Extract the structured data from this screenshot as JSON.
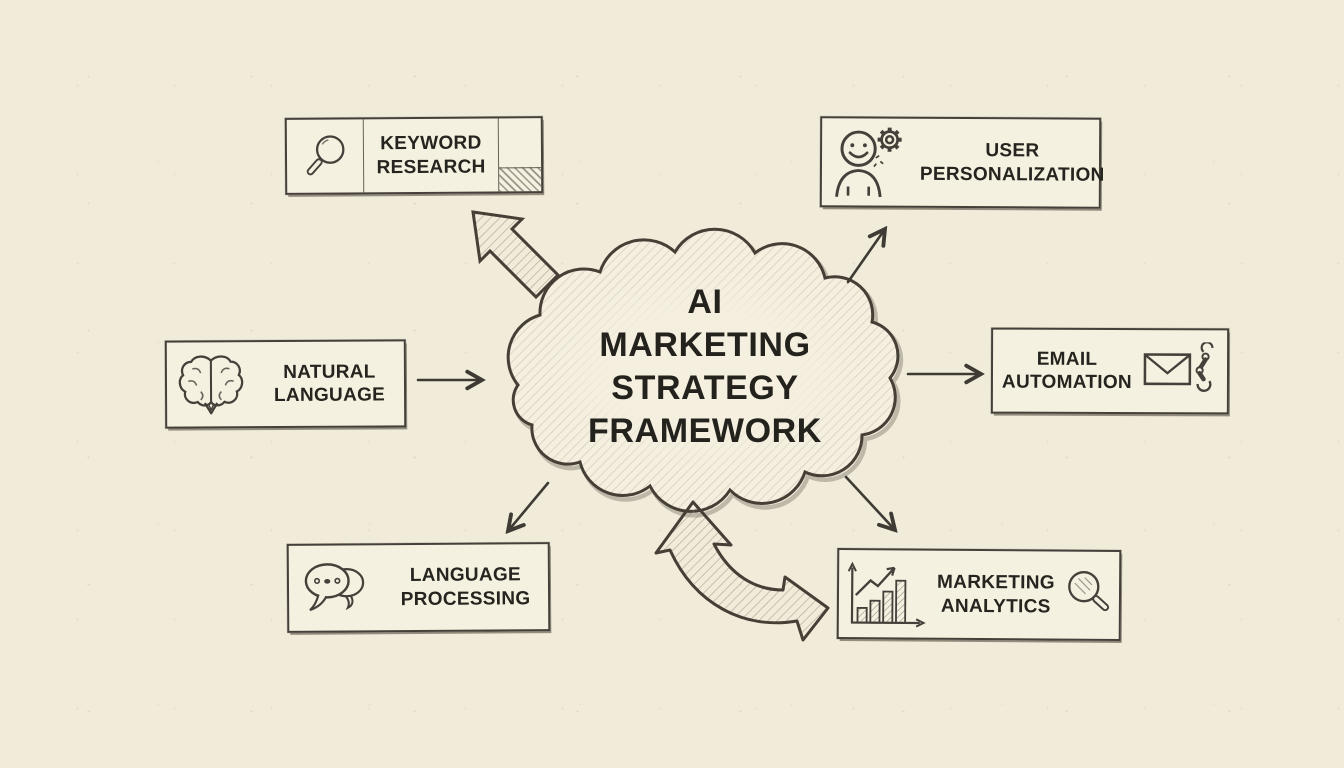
{
  "center": {
    "lines": [
      "AI",
      "MARKETING",
      "STRATEGY",
      "FRAMEWORK"
    ],
    "shape": "cloud"
  },
  "nodes": {
    "keyword_research": {
      "lines": [
        "KEYWORD",
        "RESEARCH"
      ],
      "icon": "magnifier-icon"
    },
    "user_personalization": {
      "lines": [
        "USER",
        "PERSONALIZATION"
      ],
      "icon": "person-gear-icon"
    },
    "natural_language": {
      "lines": [
        "NATURAL",
        "LANGUAGE"
      ],
      "icon": "brain-icon"
    },
    "email_automation": {
      "lines": [
        "EMAIL",
        "AUTOMATION"
      ],
      "icon": "envelope-robot-icon"
    },
    "language_processing": {
      "lines": [
        "LANGUAGE",
        "PROCESSING"
      ],
      "icon": "speech-bubbles-icon"
    },
    "marketing_analytics": {
      "lines": [
        "MARKETING",
        "ANALYTICS"
      ],
      "icons": [
        "bar-chart-icon",
        "magnifier-icon"
      ]
    }
  },
  "connections": [
    {
      "from": "center",
      "to": "keyword_research",
      "style": "block-arrow"
    },
    {
      "from": "center",
      "to": "user_personalization",
      "style": "thin-arrow"
    },
    {
      "from": "natural_language",
      "to": "center",
      "style": "thin-arrow"
    },
    {
      "from": "center",
      "to": "email_automation",
      "style": "thin-arrow"
    },
    {
      "from": "center",
      "to": "language_processing",
      "style": "thin-arrow"
    },
    {
      "from": "center",
      "to": "marketing_analytics",
      "style": "thin-arrow"
    },
    {
      "from": "center",
      "to": "marketing_analytics",
      "style": "curved-double-block-arrow"
    }
  ],
  "colors": {
    "paper": "#f1ecda",
    "panel": "#f5f1e1",
    "ink": "#46403a",
    "text": "#26241f"
  }
}
